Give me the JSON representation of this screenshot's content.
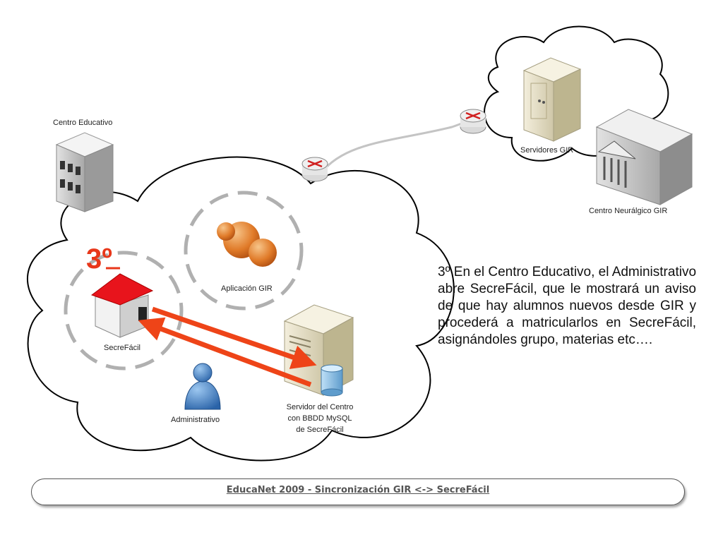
{
  "diagram": {
    "step_marker": "3º",
    "labels": {
      "centro_educativo": "Centro Educativo",
      "servidores_gir": "Servidores GIR",
      "centro_neuralgico": "Centro Neurálgico GIR",
      "aplicacion_gir": "Aplicación GIR",
      "secrefacil": "SecreFácil",
      "administrativo": "Administrativo",
      "servidor_line1": "Servidor del Centro",
      "servidor_line2": "con BBDD MySQL",
      "servidor_line3": "de SecreFácil"
    },
    "colors": {
      "arrow": "#ee4418",
      "house_roof": "#e8141c",
      "app_orb": "#e07a28",
      "admin_person": "#3a78c0"
    },
    "icons": [
      "building-icon",
      "router-icon",
      "server-tower-icon",
      "institution-building-icon",
      "house-icon",
      "orb-app-icon",
      "person-icon",
      "database-icon"
    ]
  },
  "description": "3º En el Centro Educativo, el Administrativo abre SecreFácil, que le mostrará un aviso de que hay alumnos nuevos desde GIR y procederá a matricularlos en SecreFácil, asignándoles grupo, materias etc….",
  "footer": {
    "title": "EducaNet 2009 - Sincronización GIR <-> SecreFácil"
  }
}
